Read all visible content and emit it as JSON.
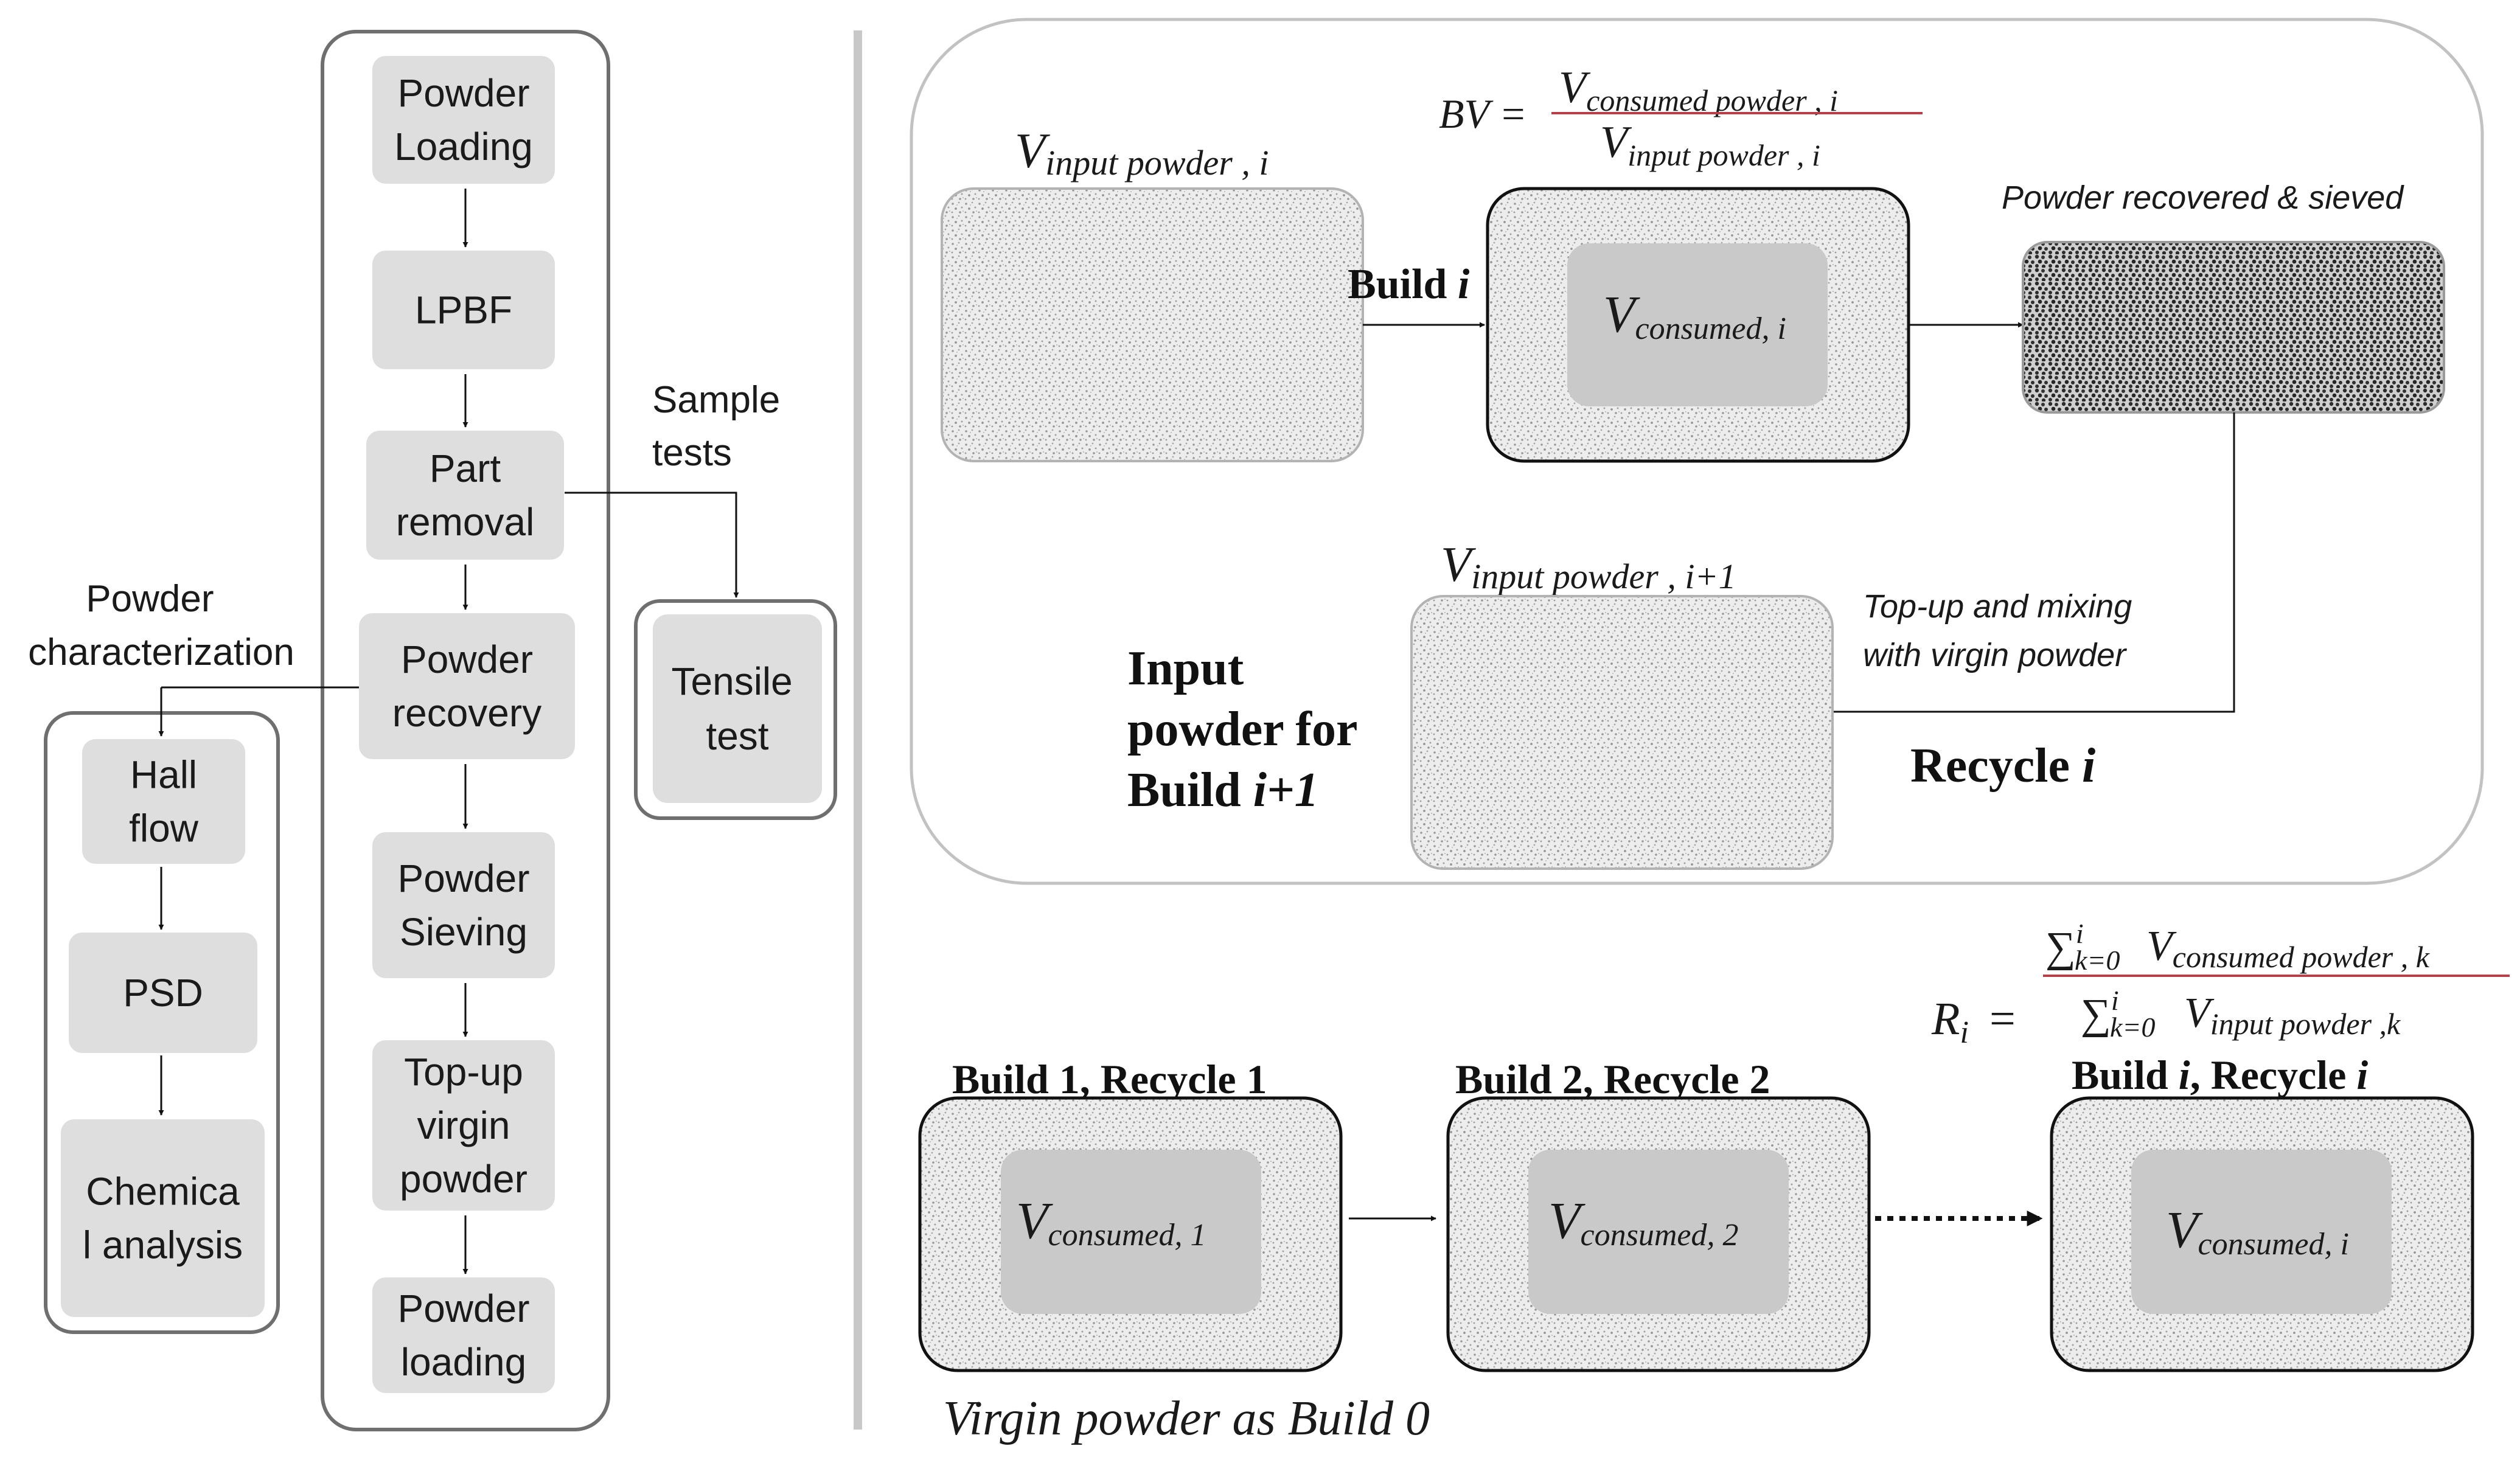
{
  "colors": {
    "step_fill": "#dedede",
    "step_text": "#1a1a1a",
    "container_stroke": "#6f6f6f",
    "divider": "#c8c8c8",
    "powder_light": "#efefef",
    "powder_dark": "#3a3a3a",
    "inner_box": "#c9c9c9",
    "fraction_bar": "#b0444c"
  },
  "process_flow": {
    "steps": [
      [
        "Powder",
        "Loading"
      ],
      [
        "LPBF"
      ],
      [
        "Part",
        "removal"
      ],
      [
        "Powder",
        "recovery"
      ],
      [
        "Powder",
        "Sieving"
      ],
      [
        "Top-up",
        "virgin",
        "powder"
      ],
      [
        "Powder",
        "loading"
      ]
    ]
  },
  "characterization": {
    "heading": [
      "Powder",
      "characterization"
    ],
    "steps": [
      [
        "Hall",
        "flow"
      ],
      [
        "PSD"
      ],
      [
        "Chemica",
        "l analysis"
      ]
    ]
  },
  "sample_tests": {
    "heading": [
      "Sample",
      "tests"
    ],
    "box": [
      "Tensile",
      "test"
    ]
  },
  "cycle": {
    "bv_formula": {
      "lhs": "BV =",
      "num_var": "V",
      "num_sub": "consumed powder , i",
      "den_var": "V",
      "den_sub": "input powder , i"
    },
    "input_label": {
      "var": "V",
      "sub": "input powder , i"
    },
    "build_label": {
      "text": "Build ",
      "var": "i"
    },
    "consumed_label": {
      "var": "V",
      "sub": "consumed, i"
    },
    "recovered_label": "Powder recovered & sieved",
    "next_input_label": {
      "var": "V",
      "sub": "input powder , i+1"
    },
    "topup_label": [
      "Top-up and mixing",
      "with virgin powder"
    ],
    "input_for_next": {
      "line1": "Input",
      "line2": "powder for",
      "line3_text": "Build ",
      "line3_var": "i+1"
    },
    "recycle_label": {
      "text": "Recycle ",
      "var": "i"
    }
  },
  "ratio_formula": {
    "lhs_var": "R",
    "lhs_sub": "i",
    "eq": "=",
    "sum": "∑",
    "sum_super": "i",
    "sum_sub": "k=0",
    "num_var": "V",
    "num_sub": "consumed powder , k",
    "den_var": "V",
    "den_sub": "input powder ,k"
  },
  "builds": [
    {
      "title": "Build 1, Recycle 1",
      "var": "V",
      "sub": "consumed, 1"
    },
    {
      "title": "Build 2, Recycle 2",
      "var": "V",
      "sub": "consumed, 2"
    },
    {
      "title_a": "Build ",
      "title_b": "i",
      "title_c": ", Recycle ",
      "title_d": "i",
      "var": "V",
      "sub": "consumed, i"
    }
  ],
  "virgin_note": "Virgin powder as Build 0"
}
